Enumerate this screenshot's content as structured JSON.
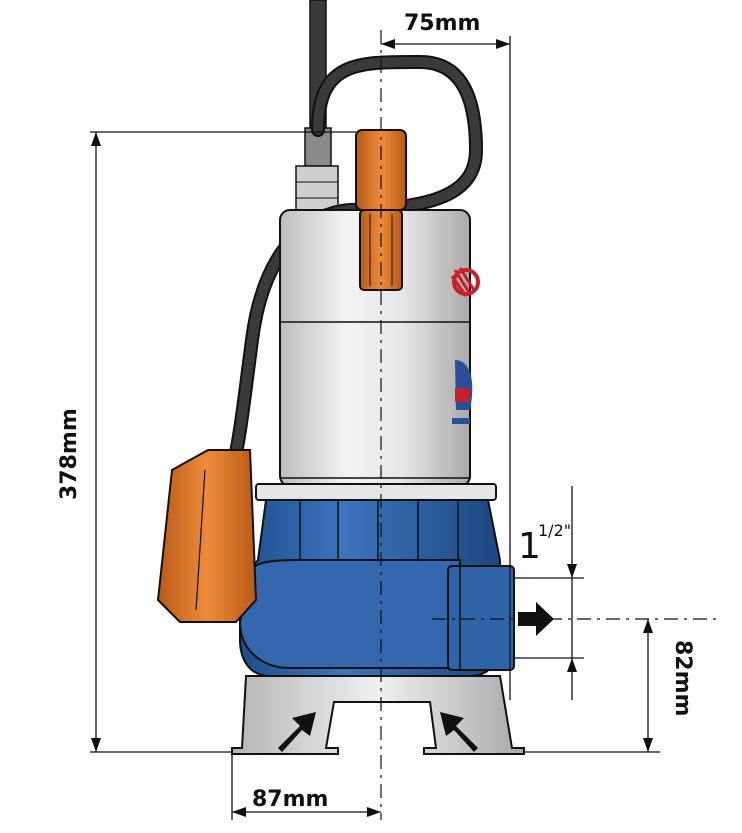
{
  "dimensions": {
    "top_offset": "75mm",
    "total_height": "378mm",
    "outlet_height": "82mm",
    "foot_offset": "87mm",
    "outlet_thread_whole": "1",
    "outlet_thread_fraction": "1/2\""
  },
  "colors": {
    "steel": "#dcdcdc",
    "base_blue": "#2f63a8",
    "float_orange": "#e07a2e",
    "cable": "#3a3a3a",
    "line": "#111111"
  }
}
